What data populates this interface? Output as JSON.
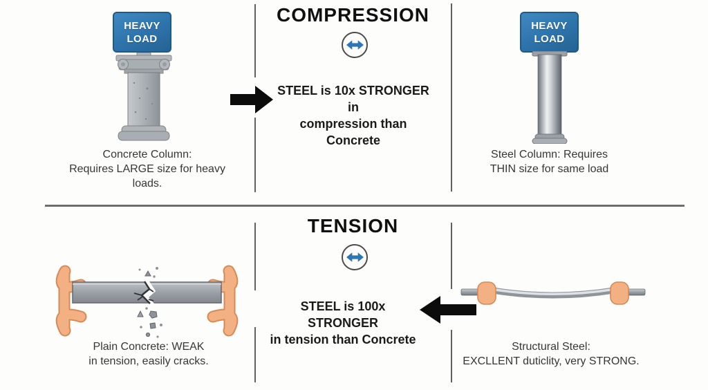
{
  "colors": {
    "load_box_blue": "#2D73AA",
    "double_arrow_blue": "#2E75B6",
    "black_arrow": "#0C0C0C",
    "concrete_gray": "#A9AEB3",
    "steel_gray": "#C7CCD1",
    "hand_orange": "#F2B083",
    "divider_gray": "#6E6E6E",
    "caption_text": "#363636"
  },
  "compression": {
    "title": "COMPRESSION",
    "statement": {
      "line1": "STEEL is 10x STRONGER in",
      "line2": "compression than Concrete"
    },
    "concrete": {
      "load": {
        "line1": "HEAVY",
        "line2": "LOAD"
      },
      "caption": {
        "line1": "Concrete Column:",
        "line2": "Requires LARGE size for heavy loads."
      }
    },
    "steel": {
      "load": {
        "line1": "HEAVY",
        "line2": "LOAD"
      },
      "caption": {
        "line1": "Steel Column: Requires",
        "line2": "THIN size for same load"
      }
    }
  },
  "tension": {
    "title": "TENSION",
    "statement": {
      "line1": "STEEL is 100x STRONGER",
      "line2": "in tension than Concrete"
    },
    "concrete": {
      "caption": {
        "line1": "Plain Concrete: WEAK",
        "line2": "in tension, easily cracks."
      }
    },
    "steel": {
      "caption": {
        "line1": "Structural Steel:",
        "line2": "EXCLLENT duticlity, very STRONG."
      }
    }
  }
}
